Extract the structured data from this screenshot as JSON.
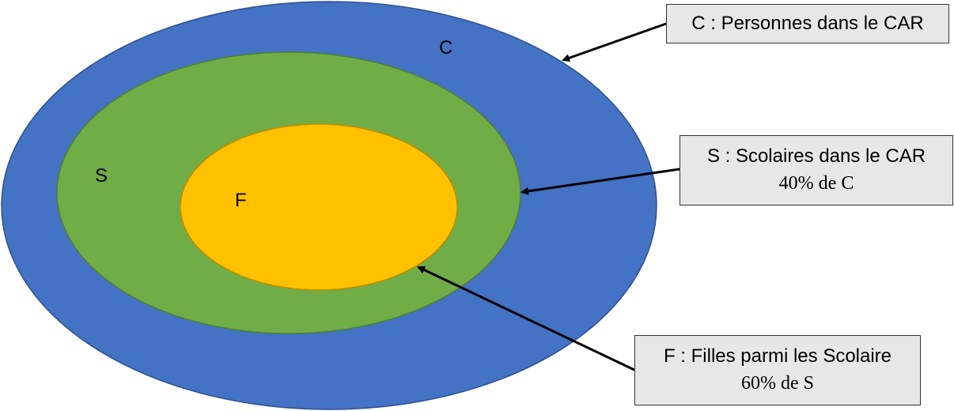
{
  "colors": {
    "outer_set": "#4472C4",
    "middle_set": "#70AD47",
    "inner_set": "#FFC000",
    "callout_bg": "#E7E7E7",
    "arrow": "#000000"
  },
  "sets": {
    "c": {
      "label": "C"
    },
    "s": {
      "label": "S"
    },
    "f": {
      "label": "F"
    }
  },
  "callouts": {
    "c": {
      "line1": "C : Personnes dans le CAR"
    },
    "s": {
      "line1": "S : Scolaires dans le CAR",
      "line2": "40% de C"
    },
    "f": {
      "line1": "F : Filles parmi les Scolaire",
      "line2": "60% de S"
    }
  }
}
